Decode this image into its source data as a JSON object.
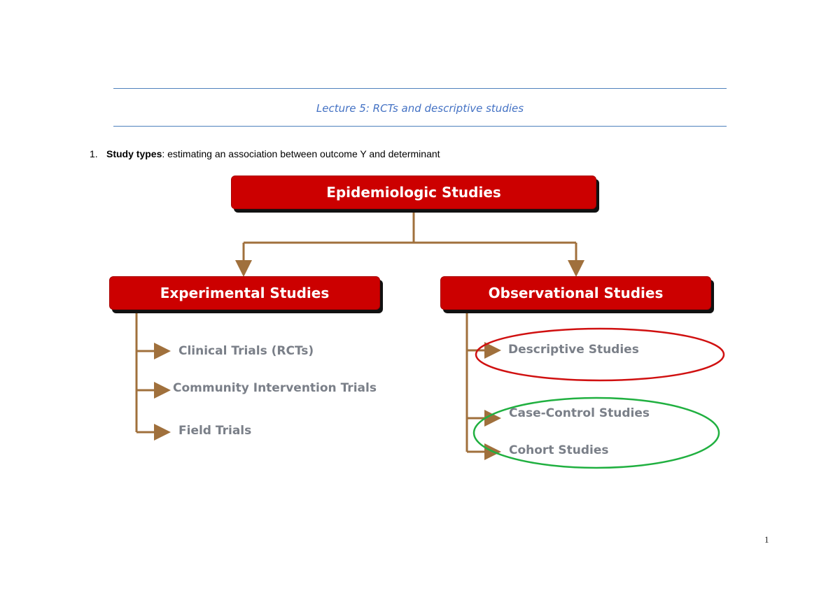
{
  "header": {
    "title": "Lecture 5: RCTs and descriptive studies"
  },
  "content": {
    "item_number": "1.",
    "item_bold": "Study types",
    "item_text": ": estimating an association between outcome Y and determinant"
  },
  "diagram": {
    "root": "Epidemiologic Studies",
    "left_branch": {
      "title": "Experimental Studies",
      "children": [
        "Clinical Trials (RCTs)",
        "Community Intervention Trials",
        "Field Trials"
      ]
    },
    "right_branch": {
      "title": "Observational Studies",
      "children": [
        "Descriptive Studies",
        "Case-Control Studies",
        "Cohort Studies"
      ]
    },
    "annotations": {
      "red_ellipse": "Descriptive Studies",
      "green_ellipse": [
        "Case-Control Studies",
        "Cohort Studies"
      ]
    },
    "colors": {
      "box_fill": "#cc0000",
      "connector": "#a0703c",
      "red_ellipse": "#d01010",
      "green_ellipse": "#20b040",
      "child_text": "#7a7f88"
    }
  },
  "footer": {
    "page_number": "1"
  }
}
